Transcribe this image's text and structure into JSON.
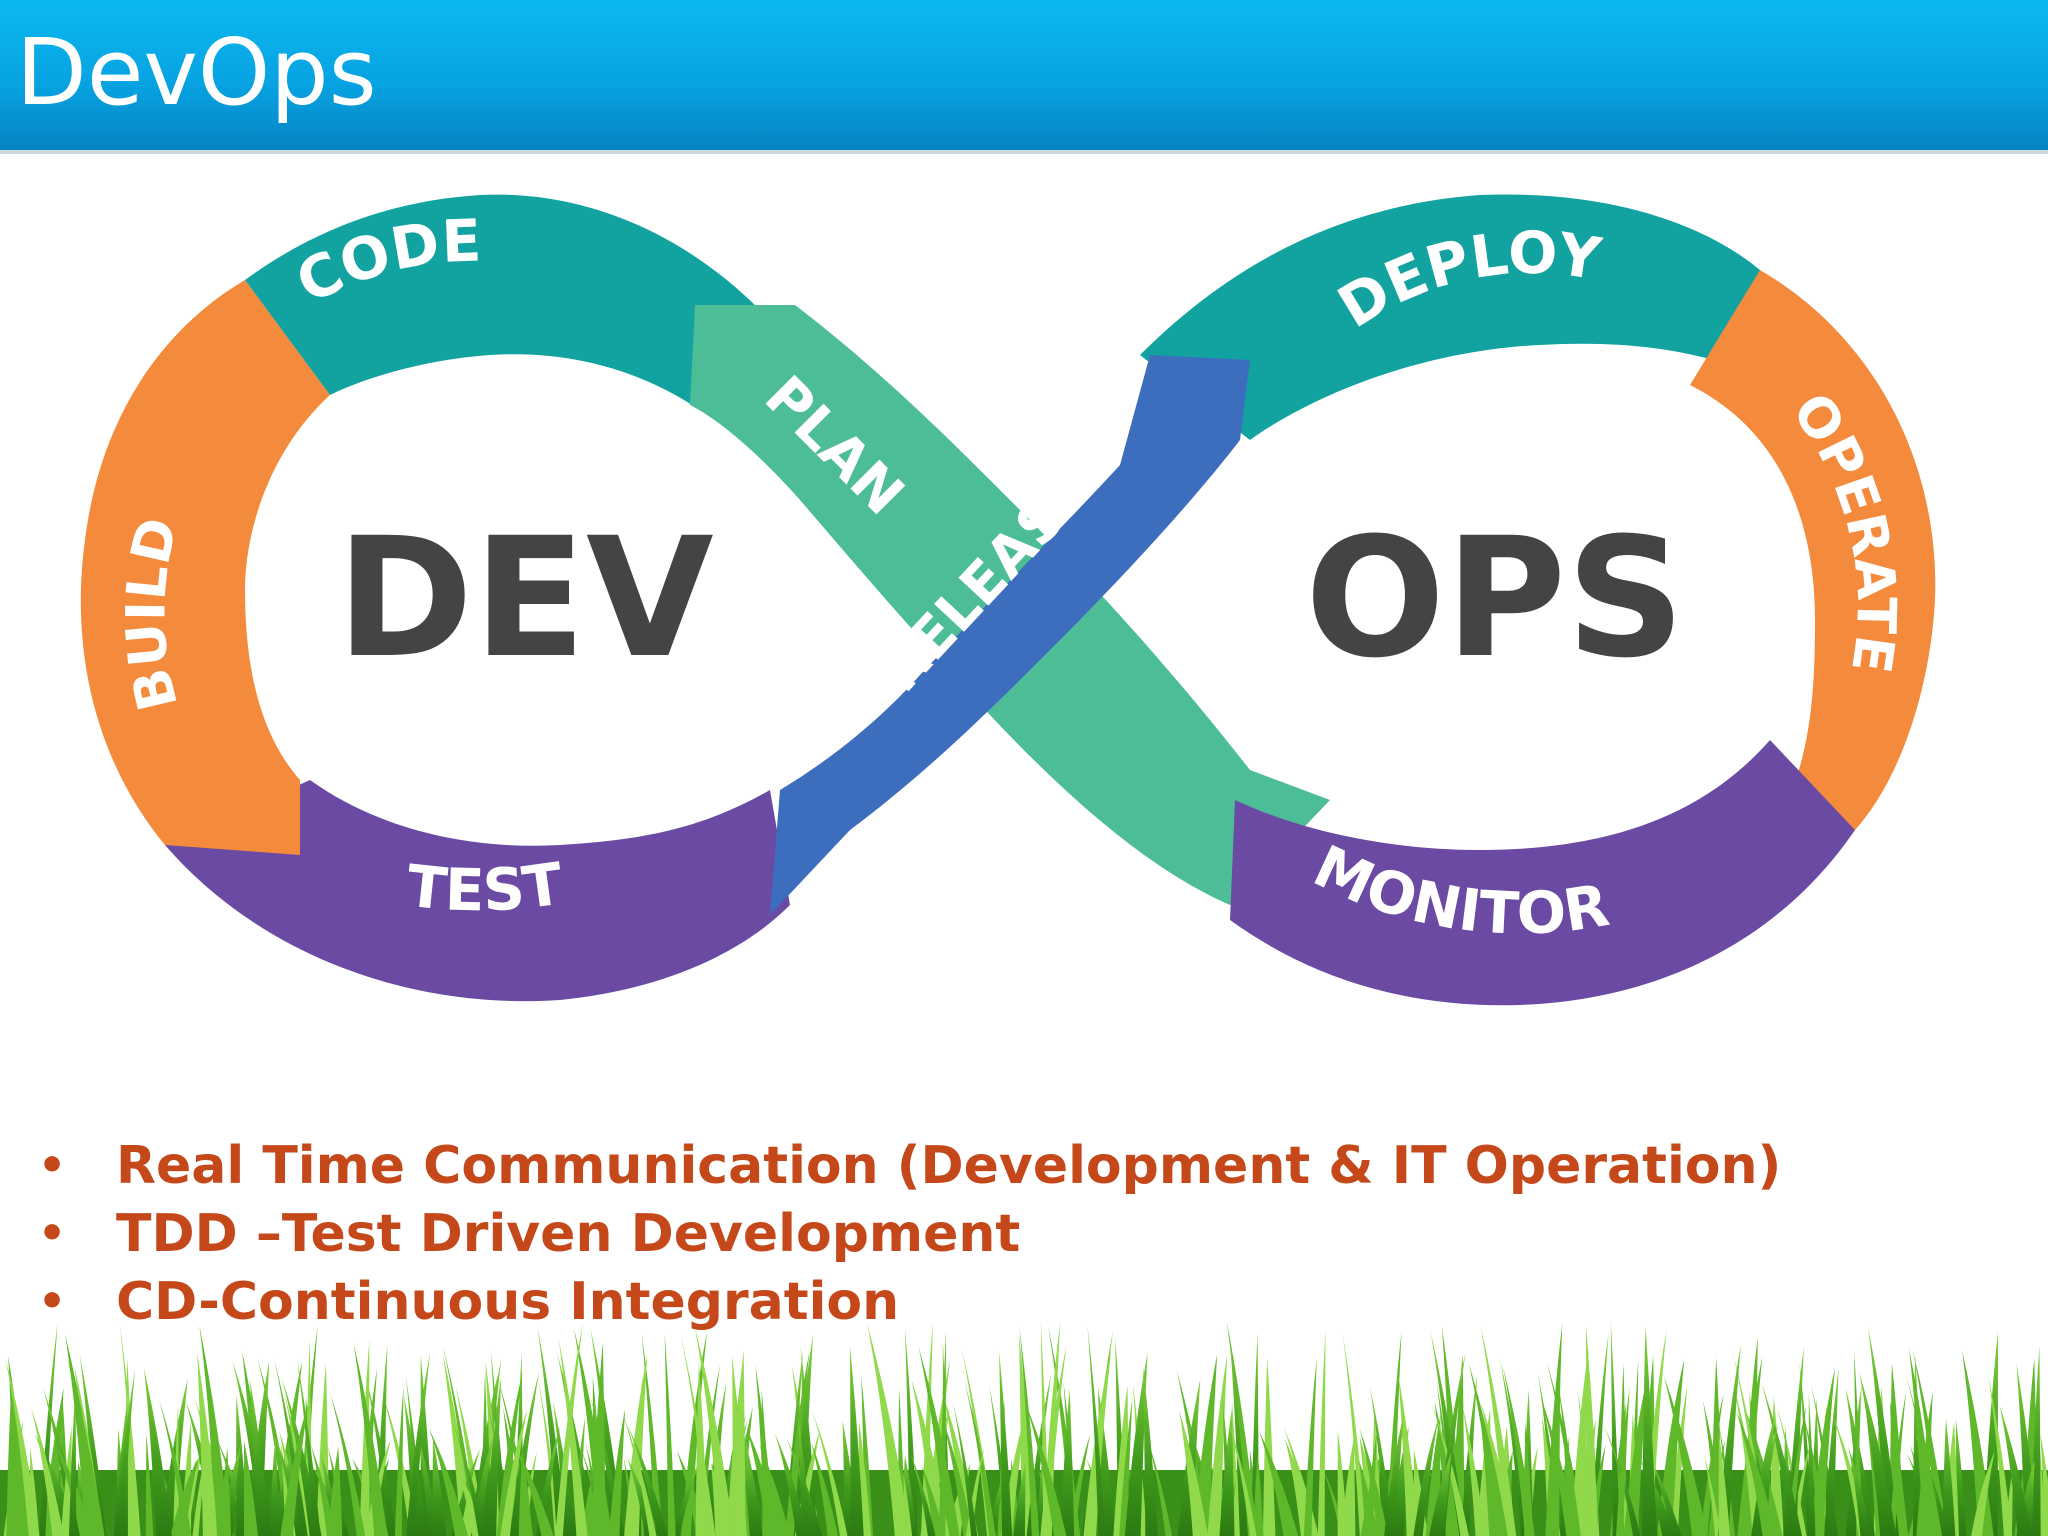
{
  "header": {
    "title": "DevOps"
  },
  "diagram": {
    "center_left": "DEV",
    "center_right": "OPS",
    "stages": {
      "code": "CODE",
      "build": "BUILD",
      "test": "TEST",
      "plan": "PLAN",
      "release": "RELEASE",
      "deploy": "DEPLOY",
      "operate": "OPERATE",
      "monitor": "MONITOR"
    },
    "colors": {
      "teal": "#12a3a1",
      "orange": "#f48a3b",
      "purple": "#6a4aa3",
      "light_green": "#4dbd98",
      "blue": "#3d6dbd",
      "center_text": "#444444"
    }
  },
  "bullets": [
    "Real Time Communication (Development & IT Operation)",
    "TDD –Test Driven Development",
    "CD-Continuous Integration"
  ],
  "bullet_color": "#c5481a"
}
